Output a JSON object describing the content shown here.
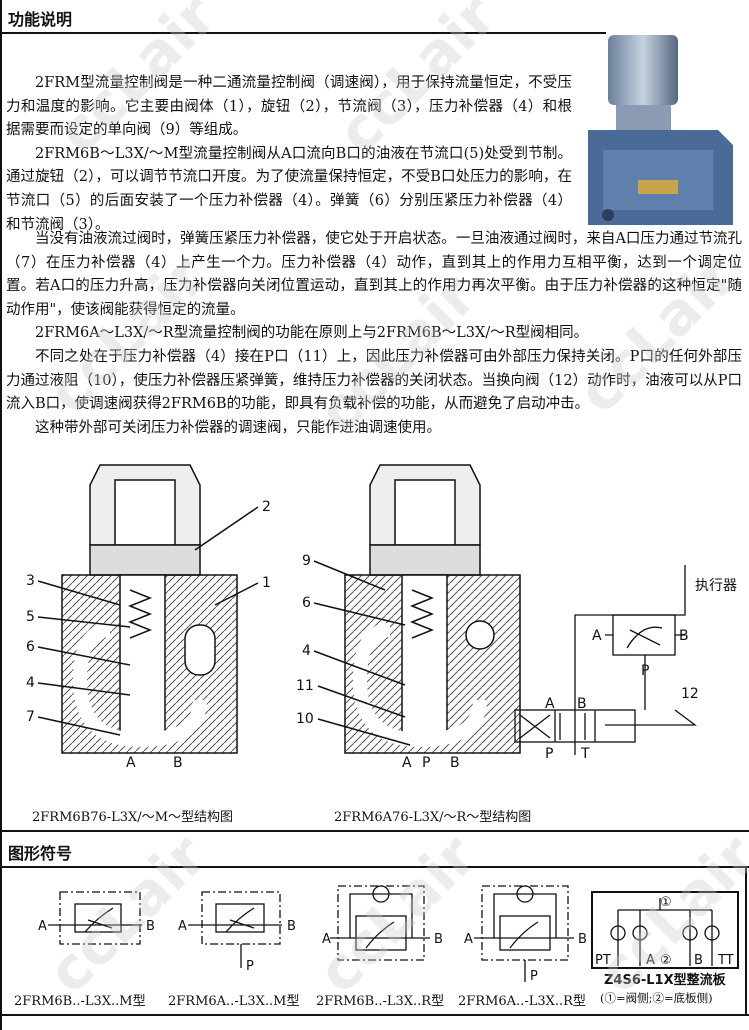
{
  "section1_title": "功能说明",
  "section2_title": "图形符号",
  "watermark": "ccLair",
  "paragraphs_top": [
    "2FRM型流量控制阀是一种二通流量控制阀（调速阀），用于保持流量恒定，不受压力和温度的影响。它主要由阀体（1），旋钮（2），节流阀（3），压力补偿器（4）和根据需要而设定的单向阀（9）等组成。",
    "2FRM6B～L3X/～M型流量控制阀从A口流向B口的油液在节流口(5)处受到节制。通过旋钮（2），可以调节节流口开度。为了使流量保持恒定，不受B口处压力的影响，在节流口（5）的后面安装了一个压力补偿器（4）。弹簧（6）分别压紧压力补偿器（4）和节流阀（3）。"
  ],
  "paragraphs_bottom": [
    "当没有油液流过阀时，弹簧压紧压力补偿器，使它处于开启状态。一旦油液通过阀时，来自A口压力通过节流孔（7）在压力补偿器（4）上产生一个力。压力补偿器（4）动作，直到其上的作用力互相平衡，达到一个调定位置。若A口的压力升高，压力补偿器向关闭位置运动，直到其上的作用力再次平衡。由于压力补偿器的这种恒定\"随动作用\"，使该阀能获得恒定的流量。",
    "2FRM6A～L3X/～R型流量控制阀的功能在原则上与2FRM6B～L3X/～R型阀相同。",
    "不同之处在于压力补偿器（4）接在P口（11）上，因此压力补偿器可由外部压力保持关闭。P口的任何外部压力通过液阻（10），使压力补偿器压紧弹簧，维持压力补偿器的关闭状态。当换向阀（12）动作时，油液可以从P口流入B口，使调速阀获得2FRM6B的功能，即具有负载补偿的功能，从而避免了启动冲击。",
    "这种带外部可关闭压力补偿器的调速阀，只能作进油调速使用。"
  ],
  "drawing_left": {
    "labels": [
      "2",
      "1",
      "3",
      "5",
      "6",
      "4",
      "7"
    ],
    "ports": [
      "A",
      "B"
    ],
    "caption": "2FRM6B76-L3X/～M～型结构图"
  },
  "drawing_mid": {
    "labels": [
      "9",
      "6",
      "4",
      "11",
      "10"
    ],
    "ports": [
      "A",
      "P",
      "B"
    ],
    "caption": "2FRM6A76-L3X/～R～型结构图"
  },
  "circuit": {
    "actuator": "执行器",
    "labels": [
      "A",
      "B",
      "P",
      "A",
      "B",
      "P",
      "T",
      "12"
    ]
  },
  "symbols": [
    {
      "caption": "2FRM6B..-L3X..M型",
      "ports": [
        "A",
        "B"
      ]
    },
    {
      "caption": "2FRM6A..-L3X..M型",
      "ports": [
        "A",
        "B",
        "P"
      ]
    },
    {
      "caption": "2FRM6B..-L3X..R型",
      "ports": [
        "A",
        "B"
      ]
    },
    {
      "caption": "2FRM6A..-L3X..R型",
      "ports": [
        "A",
        "B",
        "P"
      ]
    }
  ],
  "rectifier": {
    "title": "Z4S6-L1X型整流板",
    "note": "(①=阀侧;②=底板侧)",
    "labels": [
      "①",
      "②",
      "PT",
      "A",
      "B",
      "TT"
    ]
  }
}
